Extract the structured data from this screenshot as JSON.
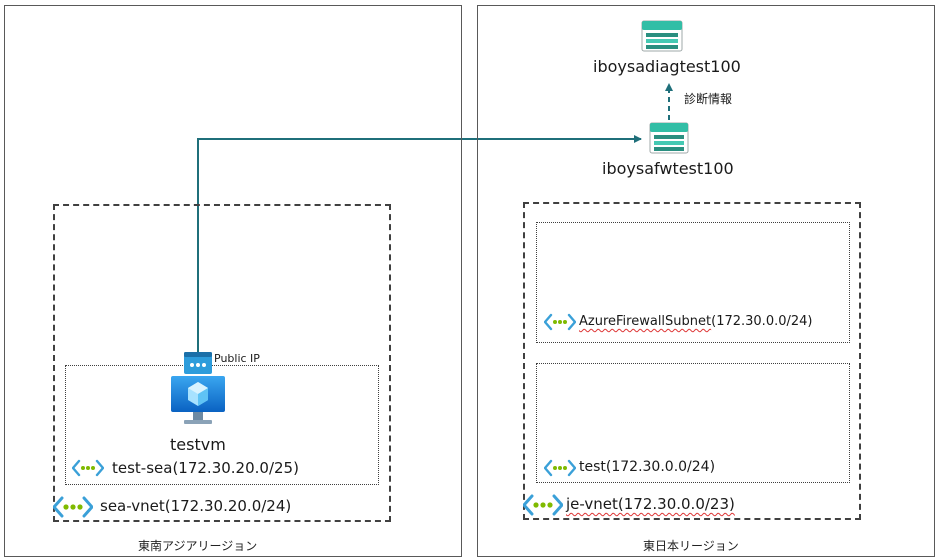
{
  "regions": {
    "southeast_asia": {
      "label": "東南アジアリージョン"
    },
    "japan_east": {
      "label": "東日本リージョン"
    }
  },
  "southeast_asia": {
    "vnet_label": "sea-vnet(172.30.20.0/24)",
    "subnet_label": "test-sea(172.30.20.0/25)",
    "vm_label": "testvm",
    "public_ip_label": "Public IP"
  },
  "japan_east": {
    "vnet_label": "je-vnet(172.30.0.0/23)",
    "firewall_subnet_name": "AzureFirewallSubnet",
    "firewall_subnet_cidr": "(172.30.0.0/24)",
    "test_subnet_name": "test",
    "test_subnet_cidr": "(172.30.0.0/24)",
    "firewall_storage_label": "iboysafwtest100",
    "diag_storage_label": "iboysadiagtest100",
    "diag_arrow_label": "診断情報"
  },
  "colors": {
    "connector": "#1f6f7a",
    "azure_blue": "#0078d4",
    "storage_teal": "#32bea6",
    "vnet_icon_blue": "#50e6ff",
    "vnet_icon_green": "#7fba00"
  },
  "icons": {
    "vm": "virtual-machine-icon",
    "public_ip": "public-ip-icon",
    "storage": "storage-account-icon",
    "vnet": "virtual-network-icon"
  }
}
